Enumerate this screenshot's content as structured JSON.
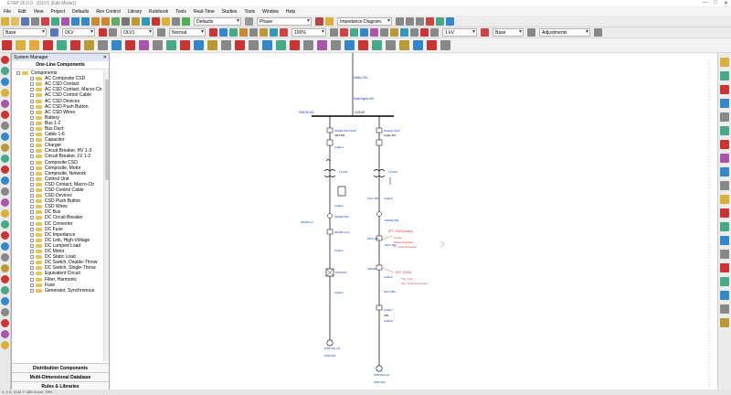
{
  "window": {
    "title": "ETAP 20.0.0 - [OLV1 (Edit Mode)]",
    "ctrl_min": "—",
    "ctrl_max": "□",
    "ctrl_close": "✕"
  },
  "menu": [
    "File",
    "Edit",
    "View",
    "Project",
    "Defaults",
    "Rev Control",
    "Library",
    "Rulebook",
    "Tools",
    "Real-Time",
    "Studies",
    "Tools",
    "Window",
    "Help"
  ],
  "toolbar": {
    "defaults_combo": "Defaults",
    "phase_combo": "Phase",
    "impedance_combo": "Impedance Diagram",
    "base_combo": "Base",
    "olv_combo": "OLV",
    "olv1_combo": "OLV1",
    "normal_combo": "Normal",
    "percent_combo": "100%",
    "amp_combo": "1 kV",
    "adjust_combo": "Adjustments",
    "base2_combo": "Base"
  },
  "panel": {
    "header": "System Manager",
    "close_glyph": "✕",
    "section_title": "One-Line Components",
    "root_label": "Components",
    "items": [
      "AC Composite CSD",
      "AC CSD Contact",
      "AC CSD Contact, Macro-Ctr",
      "AC CSD Control Cable",
      "AC CSD Devices",
      "AC CSD Push Button",
      "AC CSD Wires",
      "Battery",
      "Bus 1-2",
      "Bus Duct",
      "Cable 1-6",
      "Capacitor",
      "Charger",
      "Circuit Breaker, HV 1-3",
      "Circuit Breaker, LV 1-3",
      "Composite CSD",
      "Composite, Motor",
      "Composite, Network",
      "Control Unit",
      "CSD Contact, Macro-Ctr",
      "CSD Control Cable",
      "CSD Devices",
      "CSD Push Button",
      "CSD Wires",
      "DC Bus",
      "DC Circuit Breaker",
      "DC Converter",
      "DC Fuse",
      "DC Impedance",
      "DC Link, High-Voltage",
      "DC Lumped Load",
      "DC Motor",
      "DC Static Load",
      "DC Switch, Double-Throw",
      "DC Switch, Single-Throw",
      "Equivalent Circuit",
      "Filter, Harmonic",
      "Fuse",
      "Generator, Synchronous"
    ],
    "bottom": [
      "Distribution Components",
      "Multi-Dimensional Database",
      "Rules & Libraries"
    ]
  },
  "diagram": {
    "utility_label": "Utility-CBL",
    "bus_main_label": "Switchgear-MV",
    "bus_main_kv": "13.8 kV",
    "bus_left_label": "SWGR-001",
    "left_branch": [
      "SWGR-001-FDR1",
      "CB-FDR",
      "Cable-1",
      "T1-001",
      "Cable2",
      "SWGR-002",
      "SWGR-LV",
      "SWGR-LV-4",
      "Cable3",
      "MTR-001",
      "Cable4",
      "MTR-001-LD"
    ],
    "right_branch": [
      "Breaker-MV2",
      "Cable-MV",
      "T2-002",
      "Cable5",
      "SWGR-003",
      "MCC-002",
      "SWGR-004",
      "Cable6",
      "MCC-005",
      "Cable7",
      "CBL",
      "Cable8",
      "MTR-002-LD"
    ],
    "annotations": [
      "87T: 1500A pickup",
      "Cause:",
      "Differential fault",
      "5 - OCR protection",
      "51P: 1000A",
      "Trip: 0.3s",
      "Sw t: 0.5s overcurrent"
    ],
    "mid_annotation_left": "MCC-001",
    "mid_annotation_right": "MCC-003",
    "mtr_left": "MTR-001",
    "mtr_right": "MTR-002"
  },
  "status": {
    "text": "0, 0   X: 1134 Y: 389   Zoom: 75%"
  },
  "colors": {
    "accent": "#0a39c8",
    "annotation": "#d83a3a",
    "tree_folder": "#e6c45a",
    "bus": "#000000"
  }
}
